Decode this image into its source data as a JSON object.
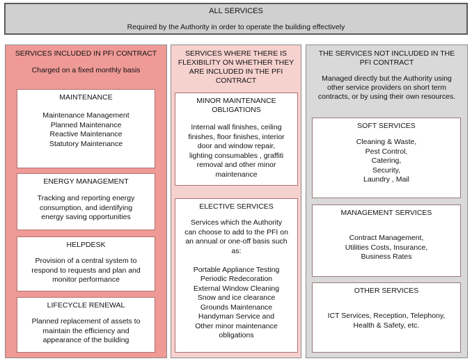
{
  "all_services": {
    "title": "ALL SERVICES",
    "subtitle": "Required by the Authority in order to operate the building effectively"
  },
  "col_pfi": {
    "title": "SERVICES INCLUDED IN PFI CONTRACT",
    "subtitle": "Charged on a fixed monthly basis",
    "boxes": [
      {
        "title": "MAINTENANCE",
        "body": "Maintenance Management\nPlanned Maintenance\nReactive Maintenance\nStatutory Maintenance"
      },
      {
        "title": "ENERGY MANAGEMENT",
        "body": "Tracking and reporting energy\nconsumption, and identifying\nenergy saving opportunities"
      },
      {
        "title": "HELPDESK",
        "body": "Provision of a central system to\nrespond to requests and plan and\nmonitor performance"
      },
      {
        "title": "LIFECYCLE RENEWAL",
        "body": "Planned replacement of assets to\nmaintain the efficiency and\nappearance of the building"
      }
    ]
  },
  "col_flex": {
    "title": "SERVICES WHERE THERE IS\nFLEXIBILITY ON WHETHER THEY\nARE INCLUDED IN THE PFI\nCONTRACT",
    "boxes": [
      {
        "title": "MINOR MAINTENANCE\nOBLIGATIONS",
        "body": "Internal wall finishes, ceiling\nfinishes, floor finishes, interior\ndoor and window repair,\nlighting consumables , graffiti\nremoval and other minor\nmaintenance"
      },
      {
        "title": "ELECTIVE SERVICES",
        "body": "Services which the Authority\ncan choose to add to the PFI on\nan annual or one-off basis such\nas:\n\nPortable Appliance Testing\nPeriodic Redecoration\nExternal Window Cleaning\nSnow and ice clearance\nGrounds Maintenance\nHandyman Service and\nOther minor maintenance\nobligations"
      }
    ]
  },
  "col_not": {
    "title": "THE SERVICES NOT INCLUDED IN THE\nPFI CONTRACT",
    "subtitle": "Managed directly but  the Authority using\nother service providers on short term\ncontracts, or by using their own resources.",
    "boxes": [
      {
        "title": "SOFT SERVICES",
        "body": "Cleaning & Waste,\nPest Control,\nCatering,\nSecurity,\nLaundry , Mail"
      },
      {
        "title": "MANAGEMENT SERVICES",
        "body": "Contract Management,\nUtilities Costs, Insurance,\nBusiness Rates"
      },
      {
        "title": "OTHER SERVICES",
        "body": "ICT Services, Reception, Telephony,\nHealth & Safety, etc."
      }
    ]
  }
}
